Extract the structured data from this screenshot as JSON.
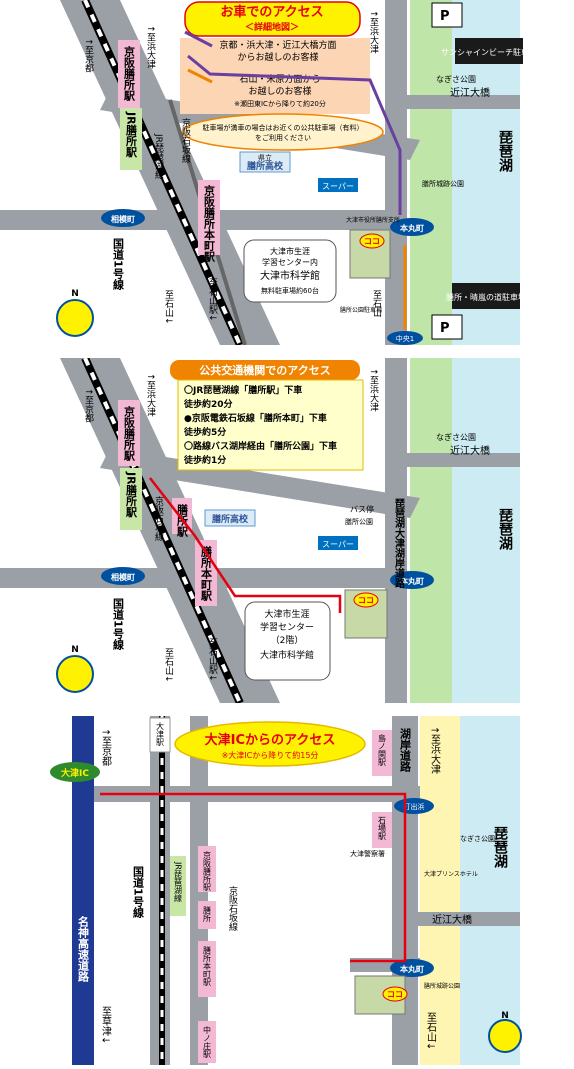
{
  "map1": {
    "title": "お車でのアクセス",
    "subtitle": "＜詳細地図＞",
    "legend_purple": "京都・浜大津・近江大橋方面",
    "legend_purple_2": "からお越しのお客様",
    "legend_orange": "石山・米原方面から",
    "legend_orange_2": "お越しのお客様",
    "legend_orange_note": "※瀬田東ICから降りて約20分",
    "parking_note": "駐車場が満車の場合はお近くの公共駐車場（有料）",
    "parking_note_2": "をご利用ください",
    "to_hamaotsu": "↑至浜大津",
    "to_kyoto": "↑至京都",
    "to_hamaotsu_right": "↑至浜大津",
    "keihan_station": "京阪膳所駅",
    "jr_station": "JR膳所駅",
    "jr_line": "JR琵琶湖線",
    "ishizaka_line": "京阪石坂線",
    "school": "膳所高校",
    "school_small": "県立",
    "super": "スーパー",
    "honmachi_station": "京阪膳所本町駅",
    "aioi": "相模町",
    "honmaru": "本丸町",
    "center_1": "大津市生涯",
    "center_2": "学習センター内",
    "center_3": "大津市科学館",
    "center_4": "無料駐車場約60台",
    "koko": "ココ",
    "kokudo": "国道1号線",
    "to_ishiyama_left": "至石山↓",
    "to_ishiyama_eki": "至石山駅↓",
    "to_ishiyama_right": "至石山",
    "chuo": "中央1",
    "park_name": "サンシャインビーチ駐車場",
    "park_name_2": "膳所・晴嵐の道駐車場",
    "nagisa": "なぎさ公園",
    "omi_bridge": "近江大橋",
    "biwako": "琵琶湖",
    "zeze_castle": "膳所城跡公園",
    "city_office": "大津市役所膳所支所",
    "zeze_park_lot": "膳所公園駐車場"
  },
  "map2": {
    "title": "公共交通機関でのアクセス",
    "line1": "〇JR琵琶湖線「膳所駅」下車",
    "line2": "徒歩約20分",
    "line3": "●京阪電鉄石坂線「膳所本町」下車",
    "line4": "徒歩約5分",
    "line5": "〇路線バス湖岸経由「膳所公園」下車",
    "line6": "徒歩約1分",
    "to_hamaotsu": "↑至浜大津",
    "to_kyoto": "↑至京都",
    "to_hamaotsu_right": "↑至浜大津",
    "keihan_station": "京阪膳所駅",
    "jr_station": "JR膳所駅",
    "zeze_eki": "膳所駅",
    "ishizaka_line": "京阪石坂線",
    "school": "膳所高校",
    "super": "スーパー",
    "honmachi_station": "膳所本町駅",
    "bus_stop": "バス停",
    "bus_stop_2": "膳所公園",
    "aioi": "相模町",
    "honmaru": "本丸町",
    "road": "琵琶湖大津湖岸道路",
    "center_1": "大津市生涯",
    "center_2": "学習センター",
    "center_3": "（2階）",
    "center_4": "大津市科学館",
    "koko": "ココ",
    "kokudo": "国道1号線",
    "to_ishiyama_left": "至石山↓",
    "to_ishiyama_eki": "至石山駅↓",
    "nagisa": "なぎさ公園",
    "omi_bridge": "近江大橋",
    "biwako": "琵琶湖"
  },
  "map3": {
    "title": "大津ICからのアクセス",
    "subtitle": "※大津ICから降りて約15分",
    "to_kyoto": "↑至京都",
    "otsu_ic": "大津IC",
    "expressway": "名神高速道路",
    "to_kusatsu": "至草津↓",
    "otsu_eki": "大津駅",
    "kokudo": "国道1号線",
    "jr_line": "JR琵琶湖線",
    "keihan_zeze": "京阪膳所駅",
    "keihan_ishizaka": "京阪石坂線",
    "zeze": "膳所",
    "honmachi": "膳所本町駅",
    "chunosho": "中ノ庄駅",
    "shimamonzeki": "島ノ関駅",
    "ishiba": "石場駅",
    "koganedo": "湖岸道路",
    "to_hamaotsu": "↑至浜大津",
    "uchidehama": "打出浜",
    "police": "大津警察署",
    "prince": "大津プリンスホテル",
    "nagisa": "なぎさ公園",
    "omi_bridge": "近江大橋",
    "biwako": "琵琶湖",
    "honmaru": "本丸町",
    "zeze_castle": "膳所城跡公園",
    "koko": "ココ",
    "to_ishiyama": "至石山↓"
  },
  "colors": {
    "road": "#9aa0a6",
    "lake": "#cdebf2",
    "green": "#bfe5a8",
    "title_yellow": "#fff200",
    "accent_red": "#e60012",
    "note_orange": "#fcd5b4",
    "purple_arrow": "#6a3fa0",
    "orange_arrow": "#f08300",
    "keihan_pink": "#f3b9d4",
    "jr_green": "#c8e7a7"
  }
}
